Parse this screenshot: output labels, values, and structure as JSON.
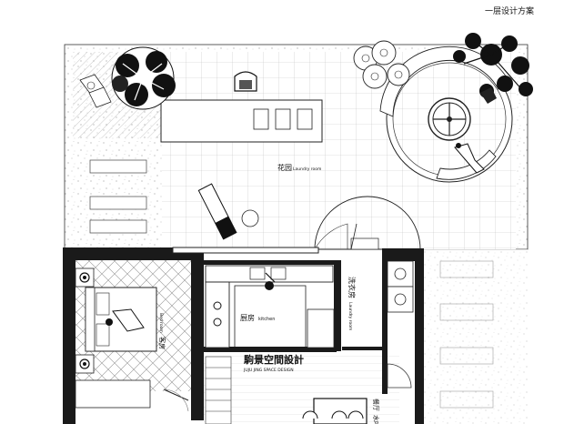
{
  "title": "一层设计方案",
  "rooms": {
    "garden_cn": "花园",
    "garden_en": "Laundry room",
    "kitchen_cn": "厨房",
    "kitchen_en": "kitchen",
    "laundry_cn": "洗衣房",
    "laundry_en": "Laundry room",
    "bedroom_cn": "客房",
    "bedroom_en": "Bed room",
    "dining_cn": "餐厅",
    "dining_partial": "水吧"
  },
  "watermark": {
    "cn": "駒景空間設計",
    "en": "JUJU JING SPACE DESIGN"
  },
  "colors": {
    "wall": "#1a1a1a",
    "line": "#222222",
    "grid": "#bdbdbd",
    "terrazzo_dot": "#9a9a9a",
    "wood": "#c8a96a"
  }
}
